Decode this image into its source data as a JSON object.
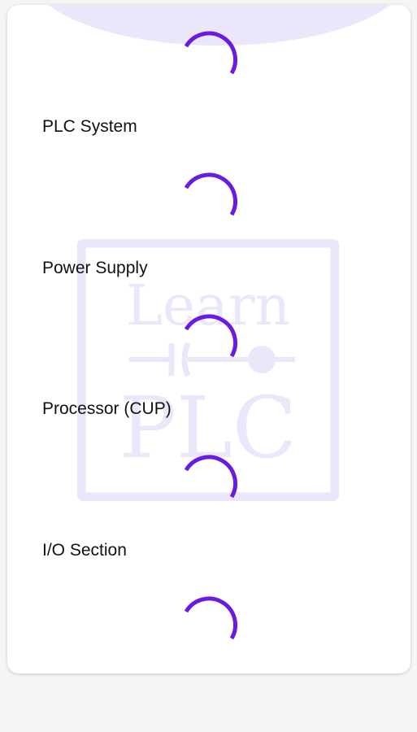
{
  "brand": {
    "watermark_line1": "Learn",
    "watermark_line2": "PLC",
    "accent_color": "#6a1be0",
    "watermark_color": "#ece6fb"
  },
  "topics": [
    {
      "label": "PLC System"
    },
    {
      "label": "Power Supply"
    },
    {
      "label": "Processor (CUP)"
    },
    {
      "label": "I/O Section"
    }
  ],
  "loading_indicator": {
    "icon": "circular-progress-icon",
    "count": 5
  }
}
